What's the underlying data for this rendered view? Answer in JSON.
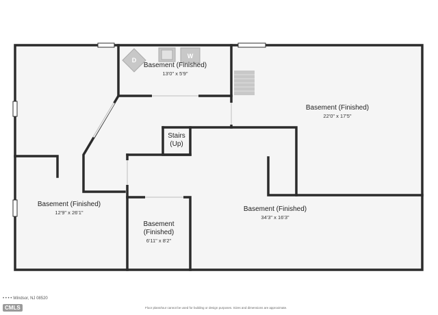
{
  "rooms": [
    {
      "name": "Basement (Finished)",
      "dims": "13'0\" x 5'9\""
    },
    {
      "name": "Basement (Finished)",
      "dims": "22'0\" x 17'5\""
    },
    {
      "name": "Basement (Finished)",
      "dims": "12'9\" x 26'1\""
    },
    {
      "name": "Basement (Finished)",
      "dims": "34'3\" x 16'3\""
    },
    {
      "name": "Basement (Finished)",
      "dims": "6'11\" x 8'2\""
    }
  ],
  "stairs": {
    "label": "Stairs (Up)"
  },
  "appliances": {
    "dryer": "D",
    "washer": "W"
  },
  "footer": {
    "address": "• • • • Windsor, NJ 08520",
    "disclaimer": "Floor plans/tour cannot be used for building or design purposes. Sizes and dimensions are approximate.",
    "logo": "CMLS"
  },
  "colors": {
    "wall": "#2b2b2b",
    "floor": "#f5f5f5",
    "appliance": "#c8c8c8"
  }
}
